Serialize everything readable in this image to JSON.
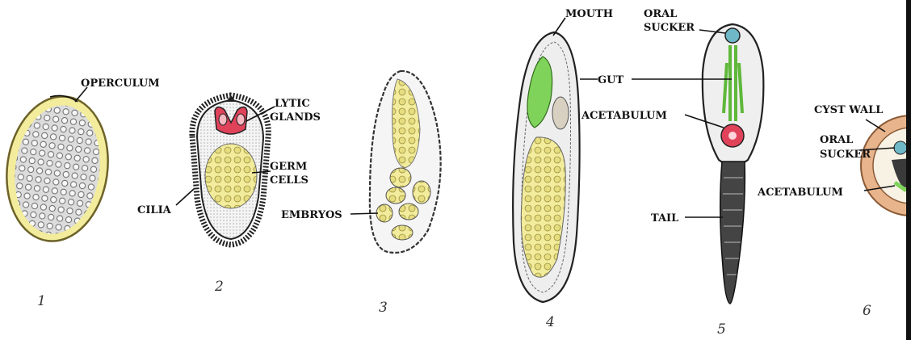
{
  "colors": {
    "yellow": "#f2ec9c",
    "yellow_outline": "#c9b84a",
    "green": "#7fd35a",
    "red": "#e0425a",
    "cyst": "#e7b48c",
    "teal": "#6fb8c8",
    "ink": "#111111",
    "body_fill": "#ececec",
    "cells": "#d8d27a"
  },
  "stages": [
    {
      "number": "1"
    },
    {
      "number": "2"
    },
    {
      "number": "3"
    },
    {
      "number": "4"
    },
    {
      "number": "5"
    },
    {
      "number": "6"
    }
  ],
  "labels": {
    "operculum": "OPERCULUM",
    "lytic_1": "LYTIC",
    "lytic_2": "GLANDS",
    "germ_1": "GERM",
    "germ_2": "CELLS",
    "cilia": "CILIA",
    "embryos": "EMBRYOS",
    "mouth": "MOUTH",
    "gut": "GUT",
    "acetabulum_5": "ACETABULUM",
    "oral_sucker_5_1": "ORAL",
    "oral_sucker_5_2": "SUCKER",
    "tail": "TAIL",
    "cyst_wall": "CYST WALL",
    "oral_sucker_6_1": "ORAL",
    "oral_sucker_6_2": "SUCKER",
    "acetabulum_6": "ACETABULUM"
  }
}
